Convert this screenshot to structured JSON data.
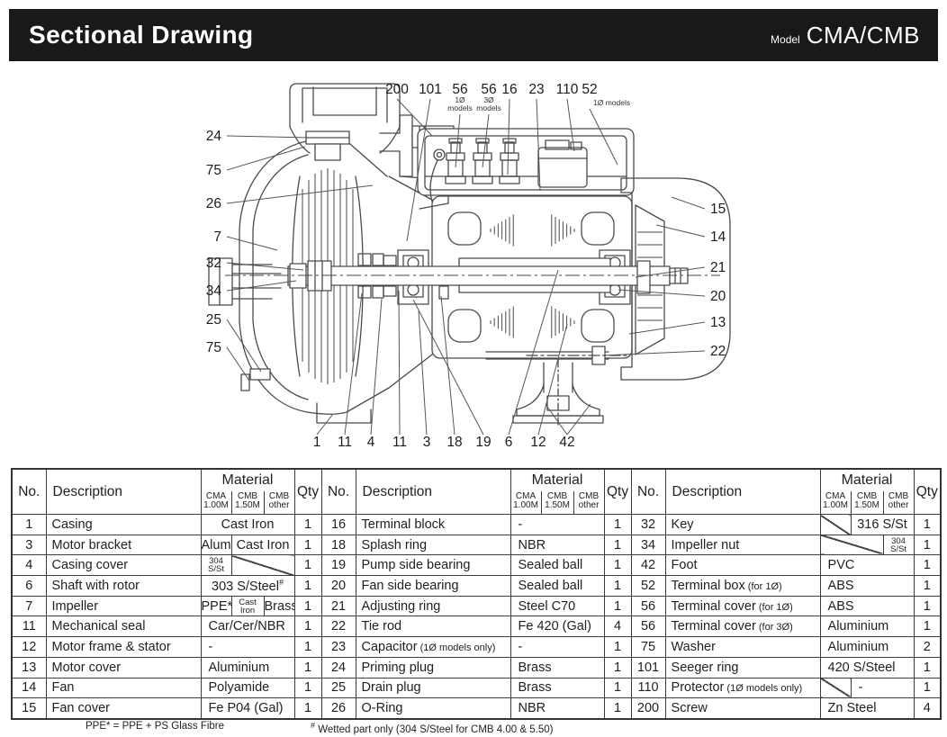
{
  "header": {
    "title": "Sectional Drawing",
    "model_label": "Model",
    "model_value": "CMA/CMB",
    "bar_color": "#1b1917",
    "text_color": "#ffffff"
  },
  "drawing": {
    "callouts": {
      "top": [
        {
          "label": "200"
        },
        {
          "label": "101"
        },
        {
          "label": "56",
          "sub": [
            "1Ø",
            "models"
          ]
        },
        {
          "label": "56",
          "sub": [
            "3Ø",
            "models"
          ]
        },
        {
          "label": "16"
        },
        {
          "label": "23"
        },
        {
          "label": "110"
        },
        {
          "label": "52",
          "sub": [
            "1Ø models"
          ]
        }
      ],
      "left": [
        {
          "label": "24"
        },
        {
          "label": "75"
        },
        {
          "label": "26"
        },
        {
          "label": "7"
        },
        {
          "label": "32"
        },
        {
          "label": "34"
        },
        {
          "label": "25"
        },
        {
          "label": "75"
        }
      ],
      "right": [
        {
          "label": "15"
        },
        {
          "label": "14"
        },
        {
          "label": "21"
        },
        {
          "label": "20"
        },
        {
          "label": "13"
        },
        {
          "label": "22"
        }
      ],
      "bottom": [
        {
          "label": "1"
        },
        {
          "label": "11"
        },
        {
          "label": "4"
        },
        {
          "label": "11"
        },
        {
          "label": "3"
        },
        {
          "label": "18"
        },
        {
          "label": "19"
        },
        {
          "label": "6"
        },
        {
          "label": "12"
        },
        {
          "label": "42"
        }
      ]
    }
  },
  "table": {
    "header": {
      "no": "No.",
      "description": "Description",
      "material": "Material",
      "qty": "Qty",
      "material_subs": [
        [
          "CMA",
          "1.00M"
        ],
        [
          "CMB",
          "1.50M"
        ],
        [
          "CMB",
          "other"
        ]
      ]
    },
    "groups": [
      {
        "rows": [
          {
            "no": "1",
            "desc": "Casing",
            "mat": [
              {
                "t": "Cast Iron",
                "span": 3,
                "center": true
              }
            ],
            "qty": "1"
          },
          {
            "no": "3",
            "desc": "Motor bracket",
            "mat": [
              {
                "t": "Alum",
                "span": 1,
                "center": true
              },
              {
                "t": "Cast Iron",
                "span": 2,
                "center": true
              }
            ],
            "qty": "1"
          },
          {
            "no": "4",
            "desc": "Casing cover",
            "mat": [
              {
                "t": "304",
                "t2": "S/St",
                "small": true,
                "span": 1
              },
              {
                "slash": true,
                "span": 2
              }
            ],
            "qty": "1"
          },
          {
            "no": "6",
            "desc": "Shaft with rotor",
            "mat": [
              {
                "t": "303 S/Steel",
                "sup": "#",
                "span": 3,
                "center": true
              }
            ],
            "qty": "1"
          },
          {
            "no": "7",
            "desc": "Impeller",
            "mat": [
              {
                "t": "PPE*",
                "span": 1,
                "center": true
              },
              {
                "t": "Cast",
                "t2": "Iron",
                "small": true,
                "span": 1
              },
              {
                "t": "Brass",
                "span": 1,
                "center": true
              }
            ],
            "qty": "1"
          },
          {
            "no": "11",
            "desc": "Mechanical seal",
            "mat": [
              {
                "t": "Car/Cer/NBR",
                "span": 3
              }
            ],
            "qty": "1"
          },
          {
            "no": "12",
            "desc": "Motor frame & stator",
            "mat": [
              {
                "t": "-",
                "span": 3
              }
            ],
            "qty": "1"
          },
          {
            "no": "13",
            "desc": "Motor cover",
            "mat": [
              {
                "t": "Aluminium",
                "span": 3
              }
            ],
            "qty": "1"
          },
          {
            "no": "14",
            "desc": "Fan",
            "mat": [
              {
                "t": "Polyamide",
                "span": 3
              }
            ],
            "qty": "1"
          },
          {
            "no": "15",
            "desc": "Fan cover",
            "mat": [
              {
                "t": "Fe P04 (Gal)",
                "span": 3
              }
            ],
            "qty": "1"
          }
        ]
      },
      {
        "rows": [
          {
            "no": "16",
            "desc": "Terminal block",
            "mat": [
              {
                "t": "-",
                "span": 3
              }
            ],
            "qty": "1"
          },
          {
            "no": "18",
            "desc": "Splash ring",
            "mat": [
              {
                "t": "NBR",
                "span": 3
              }
            ],
            "qty": "1"
          },
          {
            "no": "19",
            "desc": "Pump side bearing",
            "mat": [
              {
                "t": "Sealed ball",
                "span": 3
              }
            ],
            "qty": "1"
          },
          {
            "no": "20",
            "desc": "Fan side bearing",
            "mat": [
              {
                "t": "Sealed ball",
                "span": 3
              }
            ],
            "qty": "1"
          },
          {
            "no": "21",
            "desc": "Adjusting ring",
            "mat": [
              {
                "t": "Steel C70",
                "span": 3
              }
            ],
            "qty": "1"
          },
          {
            "no": "22",
            "desc": "Tie rod",
            "mat": [
              {
                "t": "Fe 420 (Gal)",
                "span": 3
              }
            ],
            "qty": "4"
          },
          {
            "no": "23",
            "desc": "Capacitor",
            "note": "(1Ø models only)",
            "mat": [
              {
                "t": "-",
                "span": 3
              }
            ],
            "qty": "1"
          },
          {
            "no": "24",
            "desc": "Priming plug",
            "mat": [
              {
                "t": "Brass",
                "span": 3
              }
            ],
            "qty": "1"
          },
          {
            "no": "25",
            "desc": "Drain plug",
            "mat": [
              {
                "t": "Brass",
                "span": 3
              }
            ],
            "qty": "1"
          },
          {
            "no": "26",
            "desc": "O-Ring",
            "mat": [
              {
                "t": "NBR",
                "span": 3
              }
            ],
            "qty": "1"
          }
        ]
      },
      {
        "rows": [
          {
            "no": "32",
            "desc": "Key",
            "mat": [
              {
                "slash": true,
                "span": 1
              },
              {
                "t": "316 S/St",
                "span": 2,
                "center": true
              }
            ],
            "qty": "1"
          },
          {
            "no": "34",
            "desc": "Impeller nut",
            "mat": [
              {
                "slash": true,
                "span": 2
              },
              {
                "t": "304",
                "t2": "S/St",
                "small": true,
                "span": 1
              }
            ],
            "qty": "1"
          },
          {
            "no": "42",
            "desc": "Foot",
            "mat": [
              {
                "t": "PVC",
                "span": 3
              }
            ],
            "qty": "1"
          },
          {
            "no": "52",
            "desc": "Terminal box",
            "note": "(for 1Ø)",
            "mat": [
              {
                "t": "ABS",
                "span": 3
              }
            ],
            "qty": "1"
          },
          {
            "no": "56",
            "desc": "Terminal cover",
            "note": "(for 1Ø)",
            "mat": [
              {
                "t": "ABS",
                "span": 3
              }
            ],
            "qty": "1"
          },
          {
            "no": "56",
            "desc": "Terminal cover",
            "note": "(for 3Ø)",
            "mat": [
              {
                "t": "Aluminium",
                "span": 3
              }
            ],
            "qty": "1"
          },
          {
            "no": "75",
            "desc": "Washer",
            "mat": [
              {
                "t": "Aluminium",
                "span": 3
              }
            ],
            "qty": "2"
          },
          {
            "no": "101",
            "desc": "Seeger ring",
            "mat": [
              {
                "t": "420 S/Steel",
                "span": 3
              }
            ],
            "qty": "1"
          },
          {
            "no": "110",
            "desc": "Protector",
            "note": "(1Ø models only)",
            "mat": [
              {
                "slash": true,
                "span": 1
              },
              {
                "t": "-",
                "span": 2
              }
            ],
            "qty": "1"
          },
          {
            "no": "200",
            "desc": "Screw",
            "mat": [
              {
                "t": "Zn Steel",
                "span": 3
              }
            ],
            "qty": "4"
          }
        ]
      }
    ],
    "footnotes": {
      "note1": "PPE* = PPE + PS Glass Fibre",
      "note2_marker": "#",
      "note2": " Wetted part only (304 S/Steel for CMB 4.00 & 5.50)"
    }
  }
}
